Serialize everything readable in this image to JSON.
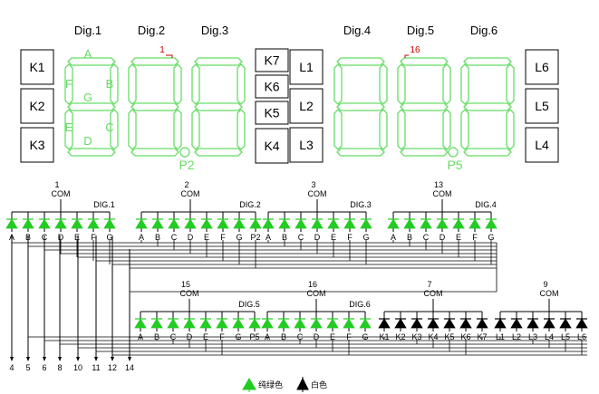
{
  "colors": {
    "segment_green": "#66dd66",
    "segment_fill": "#ffffff",
    "led_green": "#22cc22",
    "led_black": "#000000",
    "wire": "#000000",
    "pin_marker": "#cc0000"
  },
  "display": {
    "digit_titles": [
      "Dig.1",
      "Dig.2",
      "Dig.3",
      "Dig.4",
      "Dig.5",
      "Dig.6"
    ],
    "pin_markers": [
      "1",
      "16"
    ],
    "segment_labels": {
      "a": "A",
      "b": "B",
      "c": "C",
      "d": "D",
      "e": "E",
      "f": "F",
      "g": "G"
    },
    "dot_labels": [
      "P2",
      "P5"
    ],
    "keys_left": [
      "K1",
      "K2",
      "K3"
    ],
    "keys_middle": [
      "K7",
      "K6",
      "K5",
      "K4"
    ],
    "leds_middle": [
      "L1",
      "L2",
      "L3"
    ],
    "leds_right": [
      "L6",
      "L5",
      "L4"
    ]
  },
  "schematic": {
    "groups_top": [
      {
        "pin": "1",
        "com": "COM",
        "dig": "DIG.1",
        "pins": [
          "A",
          "B",
          "C",
          "D",
          "E",
          "F",
          "G"
        ],
        "led": "green"
      },
      {
        "pin": "2",
        "com": "COM",
        "dig": "DIG.2",
        "pins": [
          "A",
          "B",
          "C",
          "D",
          "E",
          "F",
          "G",
          "P2"
        ],
        "led": "green"
      },
      {
        "pin": "3",
        "com": "COM",
        "dig": "DIG.3",
        "pins": [
          "A",
          "B",
          "C",
          "D",
          "E",
          "F",
          "G"
        ],
        "led": "green"
      },
      {
        "pin": "13",
        "com": "COM",
        "dig": "DIG.4",
        "pins": [
          "A",
          "B",
          "C",
          "D",
          "E",
          "F",
          "G"
        ],
        "led": "green"
      }
    ],
    "groups_bottom": [
      {
        "pin": "15",
        "com": "COM",
        "dig": "DIG.5",
        "pins": [
          "A",
          "B",
          "C",
          "D",
          "E",
          "F",
          "G",
          "P5"
        ],
        "led": "green"
      },
      {
        "pin": "16",
        "com": "COM",
        "dig": "DIG.6",
        "pins": [
          "A",
          "B",
          "C",
          "D",
          "E",
          "F",
          "G"
        ],
        "led": "green"
      },
      {
        "pin": "7",
        "com": "COM",
        "dig": "",
        "pins": [
          "K1",
          "K2",
          "K3",
          "K4",
          "K5",
          "K6",
          "K7"
        ],
        "led": "black"
      },
      {
        "pin": "9",
        "com": "COM",
        "dig": "",
        "pins": [
          "L1",
          "L2",
          "L3",
          "L4",
          "L5",
          "L6"
        ],
        "led": "black"
      }
    ],
    "bus_pins": [
      "4",
      "5",
      "6",
      "8",
      "10",
      "11",
      "12",
      "14"
    ]
  },
  "legend": {
    "green_label": "纯绿色",
    "white_label": "白色"
  }
}
